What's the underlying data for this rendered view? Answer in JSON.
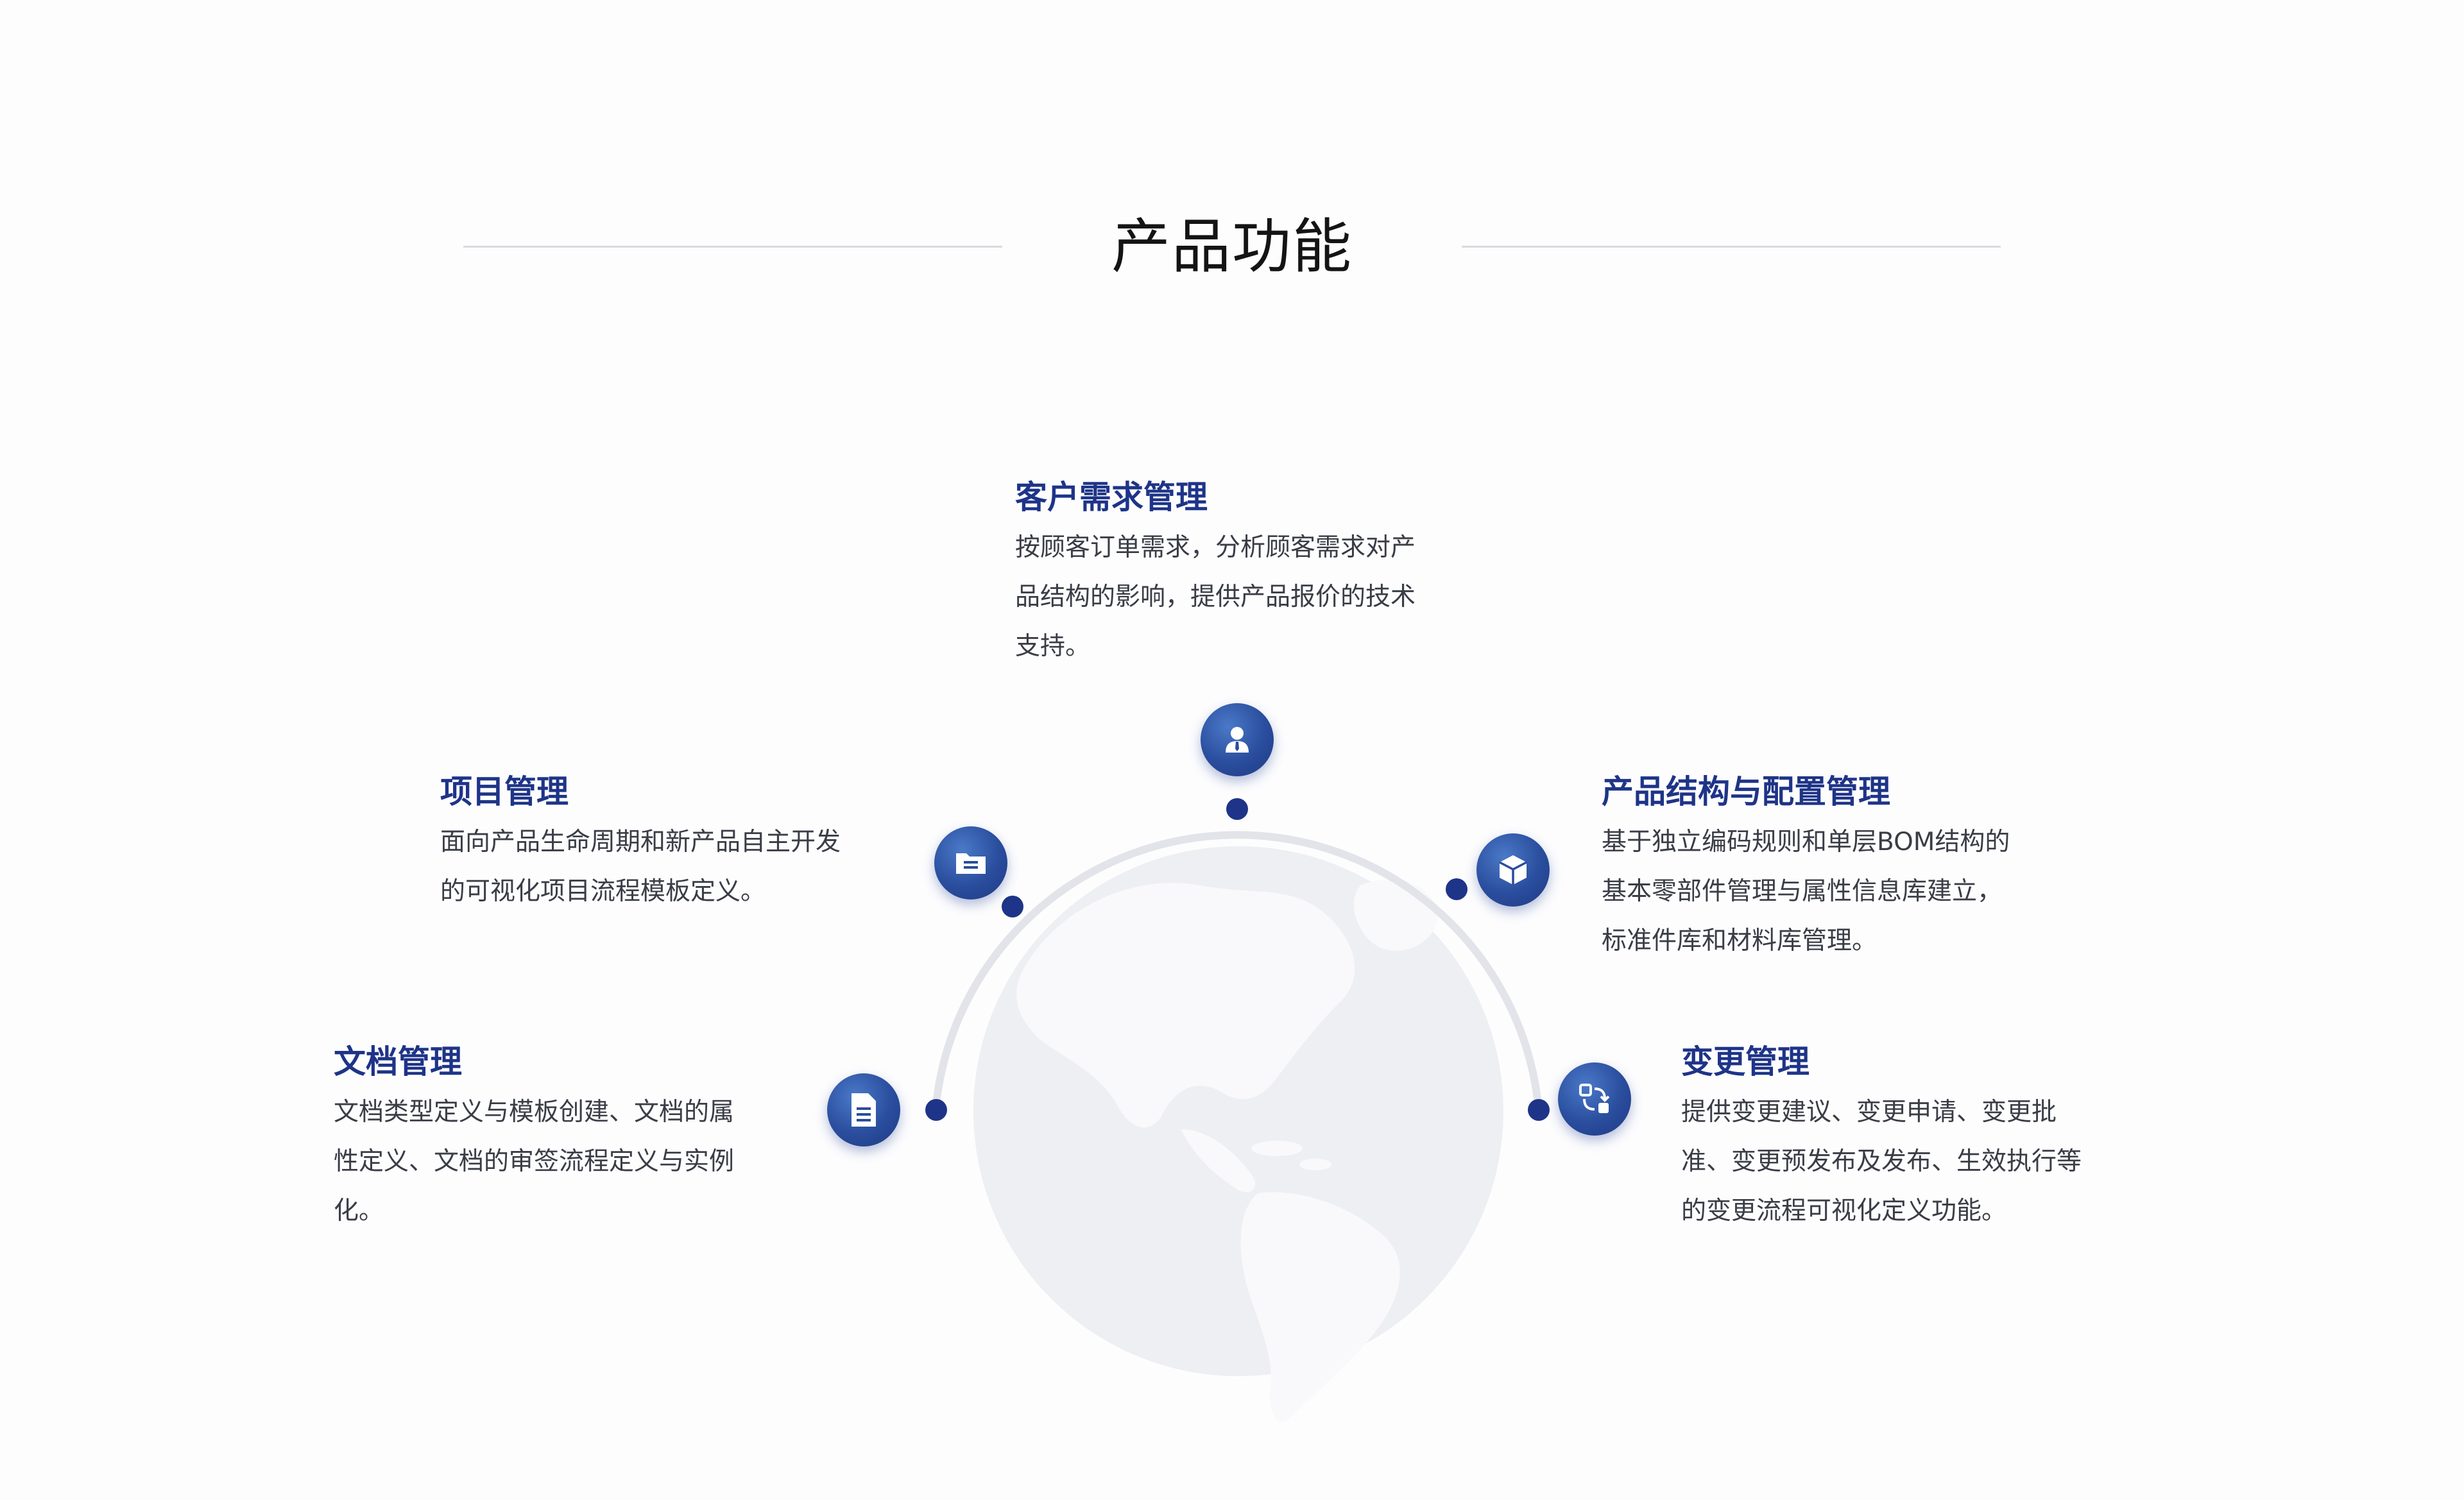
{
  "page": {
    "title": "产品功能"
  },
  "features": [
    {
      "title": "客户需求管理",
      "lines": [
        "按顾客订单需求，分析顾客需求对产",
        "品结构的影响，提供产品报价的技术",
        "支持。"
      ],
      "icon": "user-icon"
    },
    {
      "title": "项目管理",
      "lines": [
        "面向产品生命周期和新产品自主开发",
        "的可视化项目流程模板定义。"
      ],
      "icon": "folder-icon"
    },
    {
      "title": "产品结构与配置管理",
      "lines": [
        "基于独立编码规则和单层BOM结构的",
        "基本零部件管理与属性信息库建立，",
        "标准件库和材料库管理。"
      ],
      "icon": "cube-icon"
    },
    {
      "title": "文档管理",
      "lines": [
        "文档类型定义与模板创建、文档的属",
        "性定义、文档的审签流程定义与实例",
        "化。"
      ],
      "icon": "document-icon"
    },
    {
      "title": "变更管理",
      "lines": [
        "提供变更建议、变更申请、变更批",
        "准、变更预发布及发布、生效执行等",
        "的变更流程可视化定义功能。"
      ],
      "icon": "change-icon"
    }
  ],
  "colors": {
    "accent": "#1e3488",
    "icon_gradient_light": "#4a79c8",
    "icon_gradient_dark": "#1f3a85",
    "globe": "#eeeff3",
    "arc": "#e3e4ea",
    "text": "#3a3d46",
    "title": "#141414"
  }
}
